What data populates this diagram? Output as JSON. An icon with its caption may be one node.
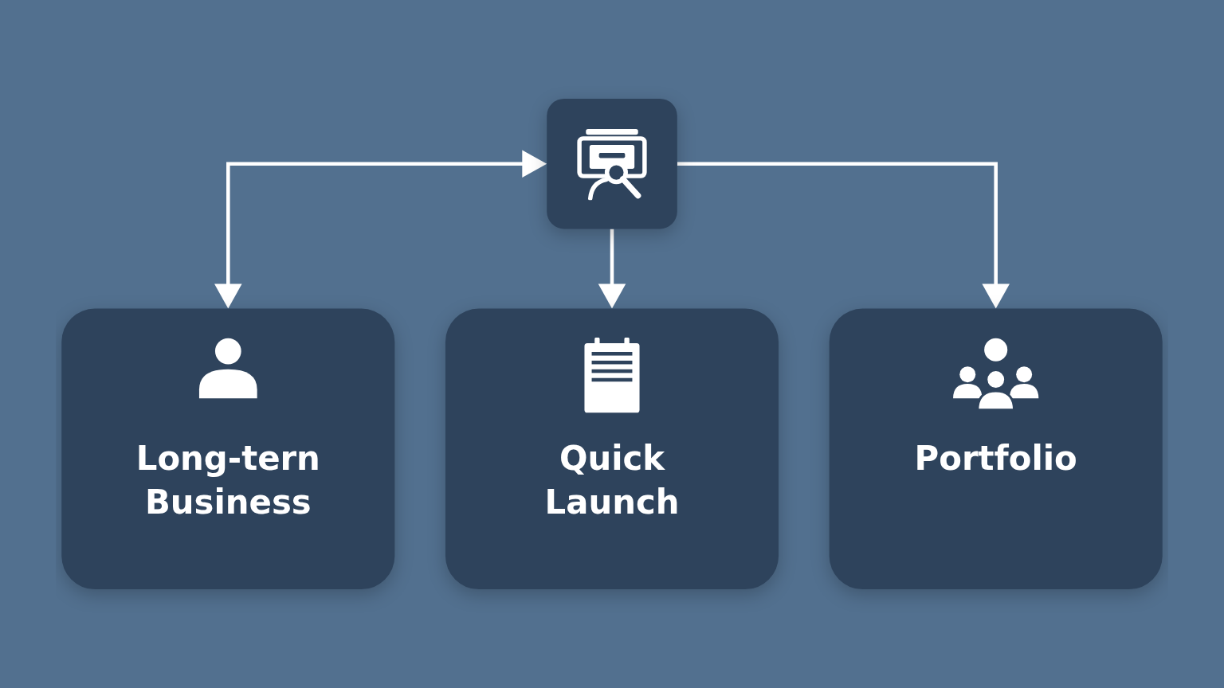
{
  "diagram": {
    "nodes": [
      {
        "text": [],
        "shape": "box"
      },
      {
        "text": [
          "Long-tern Business"
        ]
      },
      {
        "text": [
          "Quick Launch"
        ]
      },
      {
        "text": [
          "Portfolio"
        ]
      }
    ],
    "edges": [
      {
        "from": 0,
        "to": 1,
        "arrow": "both"
      },
      {
        "from": 0,
        "to": 2,
        "arrow": "to"
      },
      {
        "from": 0,
        "to": 3,
        "arrow": "to"
      }
    ]
  }
}
